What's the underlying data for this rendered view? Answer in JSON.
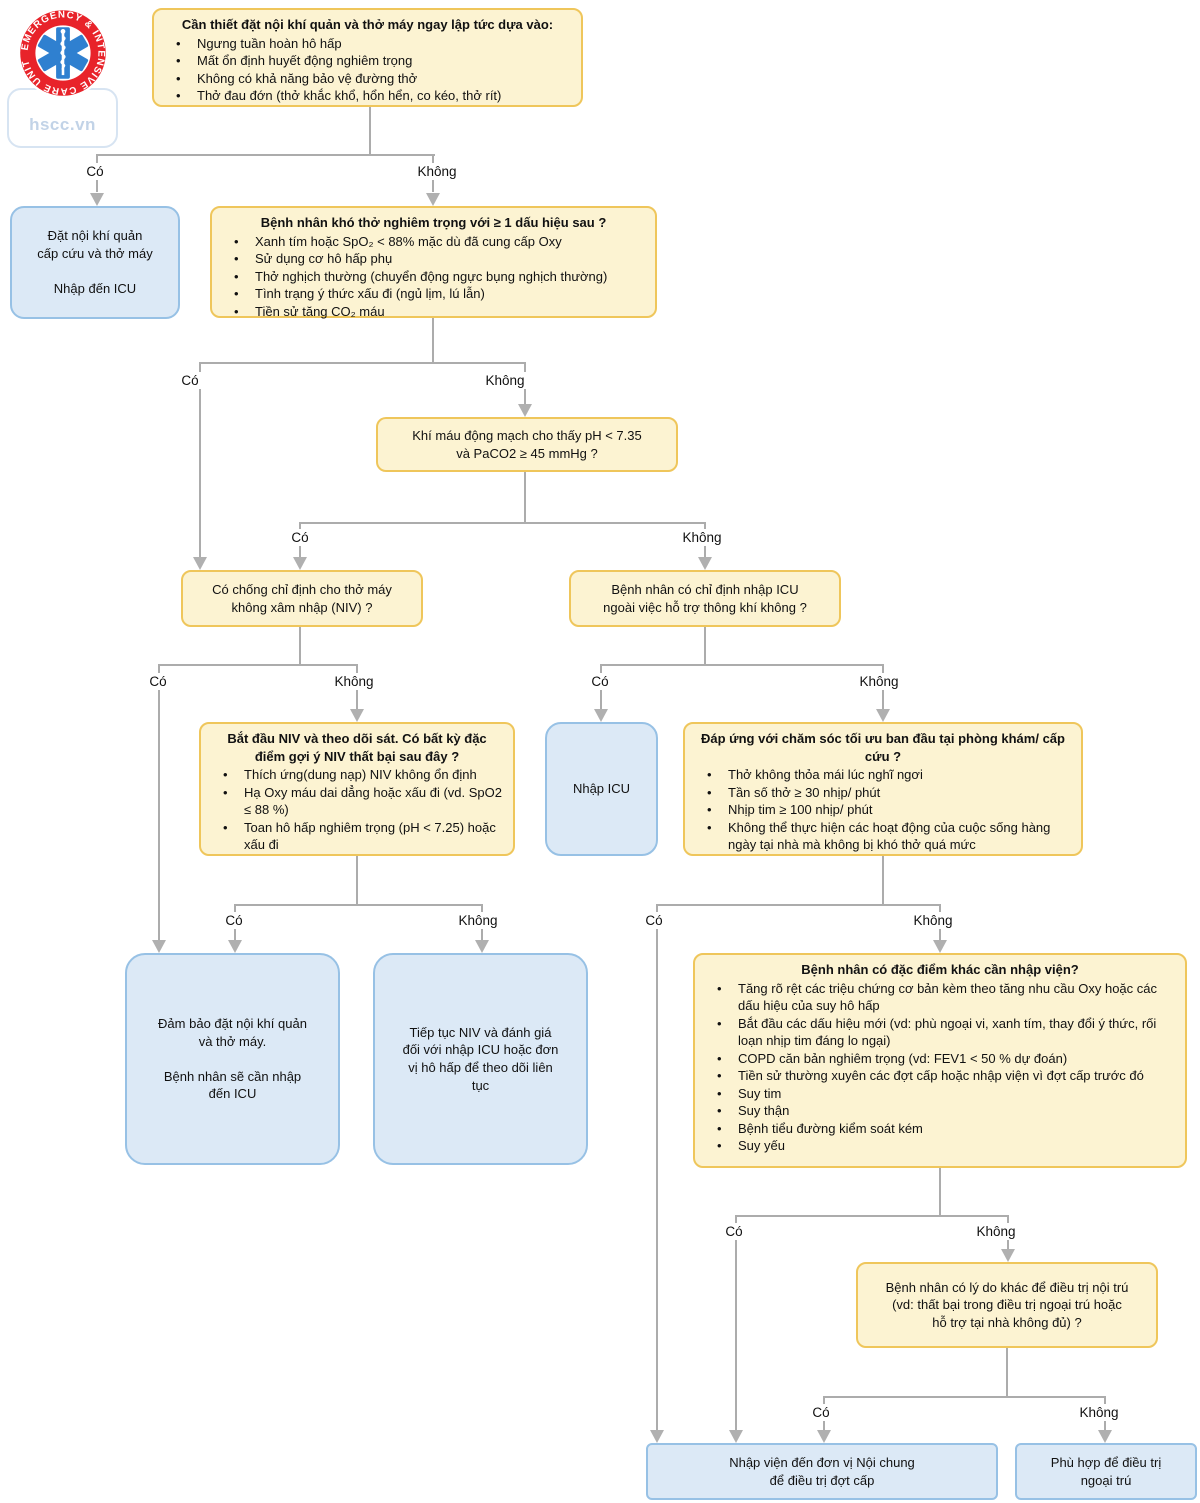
{
  "colors": {
    "yellow_fill": "#FCF3D2",
    "yellow_border": "#EFC65B",
    "blue_fill": "#DCE9F6",
    "blue_border": "#97C1E5",
    "connector": "#ACACAC",
    "arrowhead": "#B0B0B0",
    "logo_red": "#E8232A",
    "logo_blue": "#2F80D0",
    "site_text": "#C2D3E7"
  },
  "logo": {
    "ring_text": "EMERGENCY & INTENSIVE CARE UNIT &",
    "site": "hscc.vn"
  },
  "labels": {
    "yes": "Có",
    "no": "Không"
  },
  "nodes": {
    "q1": {
      "title": "Cần thiết đặt nội khí quản và thở máy ngay lập tức dựa vào:",
      "bullets": [
        "Ngưng tuần hoàn hô hấp",
        "Mất ổn định huyết động nghiêm trọng",
        "Không có khả năng bảo vệ đường thở",
        "Thở đau đớn (thở khắc khổ, hổn hển, co kéo, thở rít)"
      ]
    },
    "intubate": {
      "text": "Đặt nội khí quản\ncấp cứu và thở máy\n\nNhập đến ICU"
    },
    "q2": {
      "title": "Bệnh nhân khó thở nghiêm trọng với ≥ 1 dấu hiệu sau ?",
      "bullets": [
        "Xanh tím hoặc SpO₂ < 88% mặc dù đã cung cấp Oxy",
        "Sử dụng cơ hô hấp phụ",
        "Thở nghịch thường (chuyển động ngực bụng nghịch thường)",
        "Tình trạng ý thức xấu đi (ngủ lịm, lú lẫn)",
        "Tiền sử tăng CO₂ máu"
      ]
    },
    "q3": {
      "text": "Khí máu động mạch cho thấy pH < 7.35\nvà PaCO2 ≥ 45 mmHg ?"
    },
    "q4a": {
      "text": "Có chống chỉ định cho thở máy\nkhông xâm nhập (NIV) ?"
    },
    "q4b": {
      "text": "Bệnh nhân có chỉ định nhập ICU\nngoài việc hỗ trợ thông khí không ?"
    },
    "q5": {
      "title": "Bắt đầu NIV và theo dõi sát. Có bất kỳ đặc điểm gợi ý NIV thất bại sau đây ?",
      "bullets": [
        "Thích ứng(dung nạp) NIV không ổn định",
        "Hạ Oxy máu dai dẳng hoặc xấu đi (vd. SpO2 ≤ 88 %)",
        "Toan hô hấp nghiêm trọng (pH < 7.25) hoặc xấu đi"
      ]
    },
    "icu": {
      "text": "Nhập ICU"
    },
    "q6": {
      "title": "Đáp ứng với chăm sóc tối ưu ban đầu tại phòng khám/ cấp cứu ?",
      "bullets": [
        "Thở không thỏa mái lúc nghĩ ngơi",
        "Tần số thở ≥ 30 nhịp/ phút",
        "Nhịp tim ≥ 100 nhịp/ phút",
        "Không thể thực hiện các hoạt động của cuộc sống hàng ngày tại nhà mà không bị khó thở quá mức"
      ]
    },
    "ensure": {
      "text": "Đảm bảo đặt nội khí quản\nvà thở máy.\n\nBệnh nhân sẽ cần nhập\nđến ICU"
    },
    "continueNiv": {
      "text": "Tiếp tục NIV và đánh giá\nđối với nhập ICU hoặc đơn\nvị hô hấp để theo dõi liên\ntục"
    },
    "q7": {
      "title": "Bệnh nhân có đặc điểm khác cần nhập viện?",
      "bullets": [
        "Tăng rõ rệt các triệu chứng cơ bản kèm theo tăng nhu cầu Oxy hoặc các dấu hiệu của suy hô hấp",
        "Bắt đầu các dấu hiệu mới (vd: phù ngoại vi, xanh tím, thay đổi ý thức, rối loạn nhịp tim đáng lo ngại)",
        "COPD căn bản nghiêm trọng (vd: FEV1 < 50 % dự đoán)",
        "Tiền sử thường xuyên các đợt cấp hoặc nhập viện vì đợt cấp trước đó",
        "Suy tim",
        "Suy thận",
        "Bệnh tiểu đường kiểm soát kém",
        "Suy yếu"
      ]
    },
    "q8": {
      "text": "Bệnh nhân có lý do khác để điều trị nội trú\n(vd: thất bại trong điều trị ngoại trú hoặc\nhỗ trợ tại nhà không đủ) ?"
    },
    "admitWard": {
      "text": "Nhập viện đến đơn vị Nội chung\nđể điều trị đợt cấp"
    },
    "outpatient": {
      "text": "Phù hợp để điều trị\nngoại trú"
    }
  }
}
